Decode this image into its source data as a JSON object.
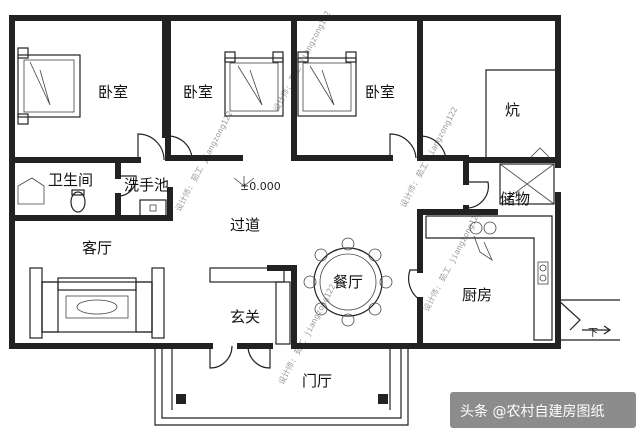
{
  "rooms": {
    "bedroom_1": "卧室",
    "bedroom_2": "卧室",
    "bedroom_3": "卧室",
    "kang": "炕",
    "bathroom": "卫生间",
    "wash_basin": "洗手池",
    "storage": "储物",
    "hallway": "过道",
    "living_room": "客厅",
    "dining_room": "餐厅",
    "kitchen": "厨房",
    "entrance": "玄关",
    "porch": "门厅"
  },
  "level": "±0.000",
  "stair_mark": "下",
  "watermark": "设计师: 茹工 jiangzong122",
  "credit": "头条 @农村自建房图纸",
  "colors": {
    "wall": "#222222",
    "watermark": "#9a9a9a"
  }
}
